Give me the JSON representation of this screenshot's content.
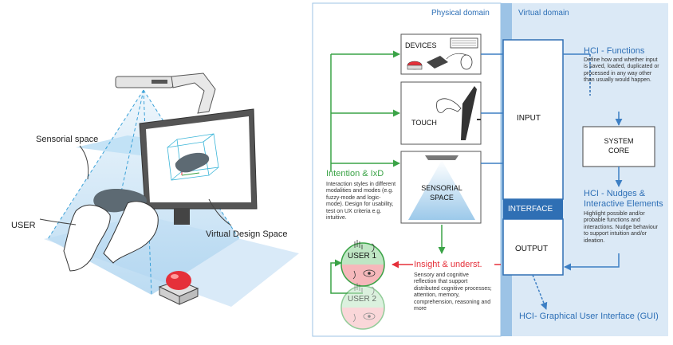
{
  "left_scene": {
    "sensorial_label": "Sensorial space",
    "user_label": "USER",
    "virtual_label": "Virtual Design Space"
  },
  "header": {
    "physical": "Physical domain",
    "virtual": "Virtual domain"
  },
  "boxes": {
    "devices": "DEVICES",
    "touch": "TOUCH",
    "sensorial": "SENSORIAL SPACE",
    "input": "INPUT",
    "interface": "INTERFACE",
    "output": "OUTPUT",
    "system_core": "SYSTEM CORE",
    "user1": "USER 1",
    "user2": "USER 2"
  },
  "intention": {
    "title": "Intention & IxD",
    "text": "Interaction styles in different modalities and modes (e.g. fuzzy-mode and logic-mode). Design for usability, test on UX criteria e.g. intuitive."
  },
  "insight": {
    "title": "Insight & underst.",
    "text": "Sensory and cognitive reflection that support distributed cognitive processes; attention, memory, comprehension, reasoning and more"
  },
  "hci_functions": {
    "title": "HCI - Functions",
    "text": "Define how and whether input is saved, loaded, duplicated or processed in any way other than usually would happen."
  },
  "hci_nudges": {
    "title": "HCI - Nudges & Interactive Elements",
    "text": "Highlight possible and/or probable functions and interactions. Nudge behaviour to support intuition and/or ideation."
  },
  "gui": "HCI- Graphical User Interface (GUI)",
  "colors": {
    "green": "#3aa346",
    "red": "#e5303a",
    "blue_text": "#2d6fb6",
    "blue_line": "#3d7fc4",
    "panel_bg": "#dbe9f6",
    "band": "#9cc3e6",
    "dark_blue": "#2f6fb4"
  }
}
